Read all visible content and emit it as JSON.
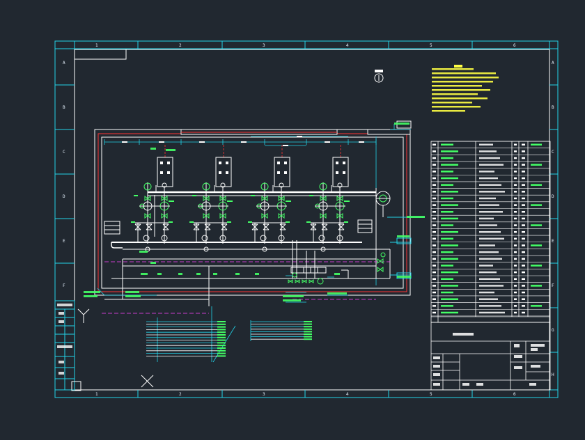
{
  "drawing": {
    "background": "#212830",
    "colors": {
      "frame": "#22d3e8",
      "border": "#ffffff",
      "room": "#ff3333",
      "pipe": "#ffffff",
      "valve": "#44ff66",
      "dim": "#22d3e8",
      "dash": "#ff44ff",
      "note": "#ffff44",
      "table": "#ffffff"
    }
  },
  "frame": {
    "col_labels": [
      "1",
      "2",
      "3",
      "4",
      "5",
      "6"
    ],
    "row_labels": [
      "A",
      "B",
      "C",
      "D",
      "E",
      "F",
      "G",
      "H"
    ]
  }
}
